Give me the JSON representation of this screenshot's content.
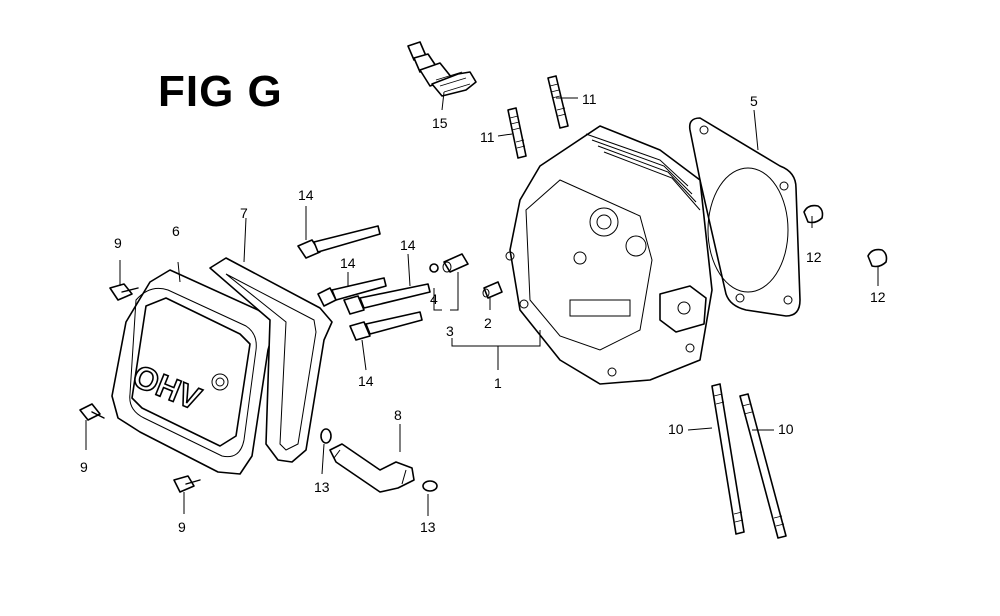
{
  "figure": {
    "title": "FIG G",
    "cover_marking": "OHV"
  },
  "callouts": {
    "c1": "1",
    "c2": "2",
    "c3": "3",
    "c4": "4",
    "c5": "5",
    "c6": "6",
    "c7": "7",
    "c8": "8",
    "c9a": "9",
    "c9b": "9",
    "c9c": "9",
    "c10a": "10",
    "c10b": "10",
    "c11a": "11",
    "c11b": "11",
    "c12a": "12",
    "c12b": "12",
    "c13a": "13",
    "c13b": "13",
    "c14a": "14",
    "c14b": "14",
    "c14c": "14",
    "c14d": "14",
    "c15": "15"
  }
}
